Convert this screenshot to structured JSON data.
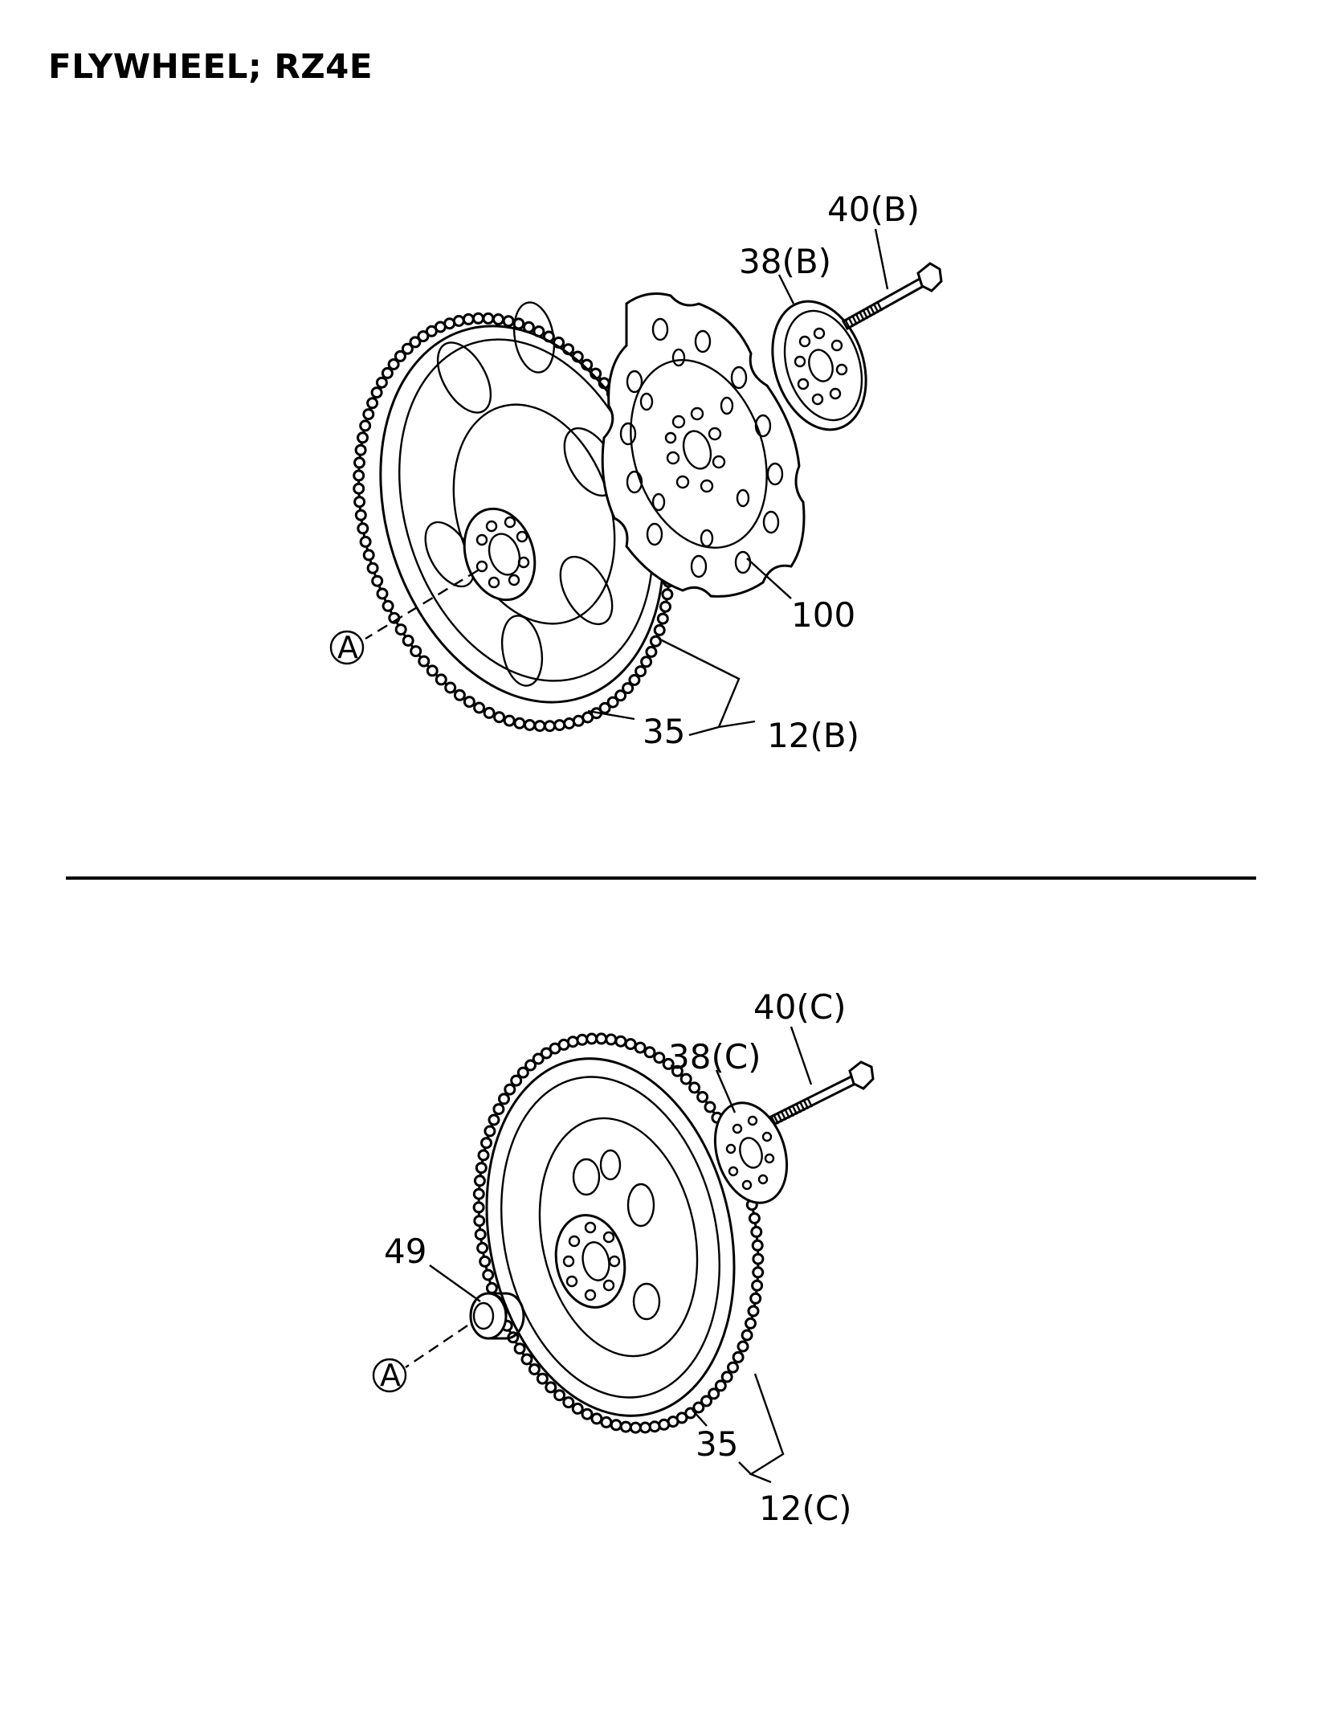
{
  "title": "FLYWHEEL; RZ4E",
  "upper_assembly": {
    "bolt_label": "40(B)",
    "plate_label": "38(B)",
    "flexplate_label": "100",
    "ring_gear_label": "35",
    "flywheel_label": "12(B)",
    "ref_marker": "A"
  },
  "lower_assembly": {
    "bolt_label": "40(C)",
    "plate_label": "38(C)",
    "bearing_label": "49",
    "ring_gear_label": "35",
    "flywheel_label": "12(C)",
    "ref_marker": "A"
  }
}
